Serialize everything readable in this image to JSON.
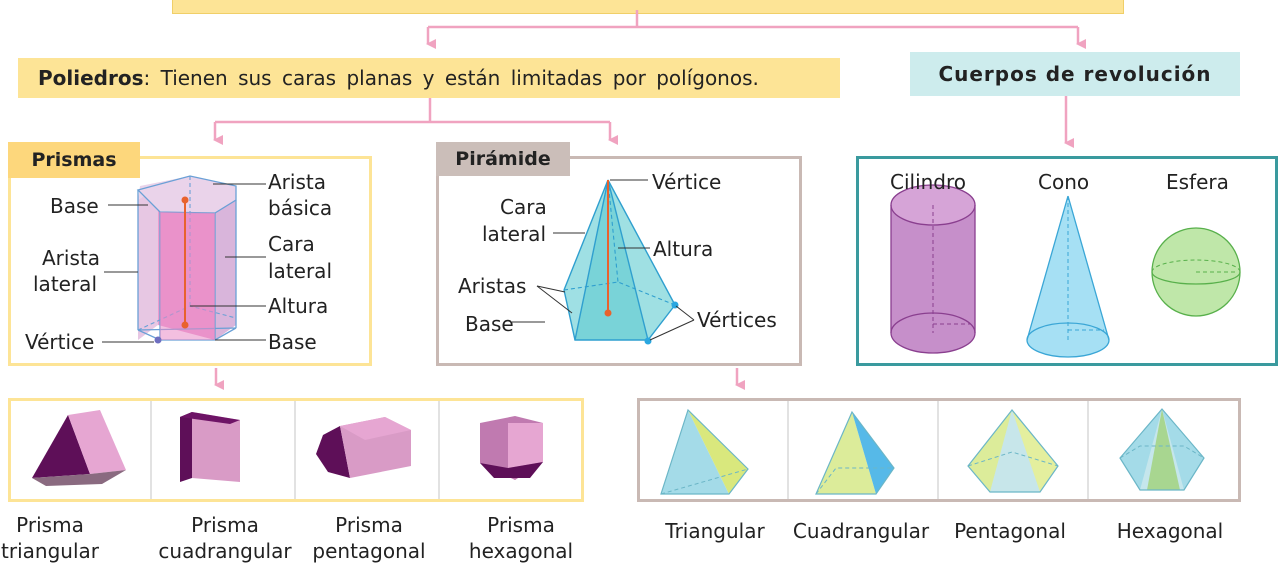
{
  "poliedros": {
    "term": "Poliedros",
    "description": ": Tienen sus caras planas y están limitadas por polígonos."
  },
  "revolucion": {
    "title": "Cuerpos de revolución"
  },
  "prismas": {
    "title": "Prismas",
    "labels": {
      "base_top": "Base",
      "arista_basica_1": "Arista",
      "arista_basica_2": "básica",
      "arista_lateral_1": "Arista",
      "arista_lateral_2": "lateral",
      "cara_lateral_1": "Cara",
      "cara_lateral_2": "lateral",
      "altura": "Altura",
      "vertice": "Vértice",
      "base_bottom": "Base"
    },
    "types": [
      {
        "line1": "Prisma",
        "line2": "triangular"
      },
      {
        "line1": "Prisma",
        "line2": "cuadrangular"
      },
      {
        "line1": "Prisma",
        "line2": "pentagonal"
      },
      {
        "line1": "Prisma",
        "line2": "hexagonal"
      }
    ]
  },
  "piramide": {
    "title": "Pirámide",
    "labels": {
      "vertice": "Vértice",
      "cara_lateral_1": "Cara",
      "cara_lateral_2": "lateral",
      "altura": "Altura",
      "aristas": "Aristas",
      "base": "Base",
      "vertices": "Vértices"
    },
    "types": [
      "Triangular",
      "Cuadrangular",
      "Pentagonal",
      "Hexagonal"
    ]
  },
  "revolucion_solids": [
    "Cilindro",
    "Cono",
    "Esfera"
  ],
  "colors": {
    "yellow": "#fde496",
    "teal_light": "#cdeced",
    "teal_border": "#3a9a9e",
    "taupe": "#cbbeb9",
    "pink_arrow": "#f0a3c0",
    "prism_pink": "#e9a3cf",
    "prism_dark": "#6e1466",
    "pyramid_cyan": "#8fd8e8",
    "pyramid_green": "#d6e88a"
  }
}
